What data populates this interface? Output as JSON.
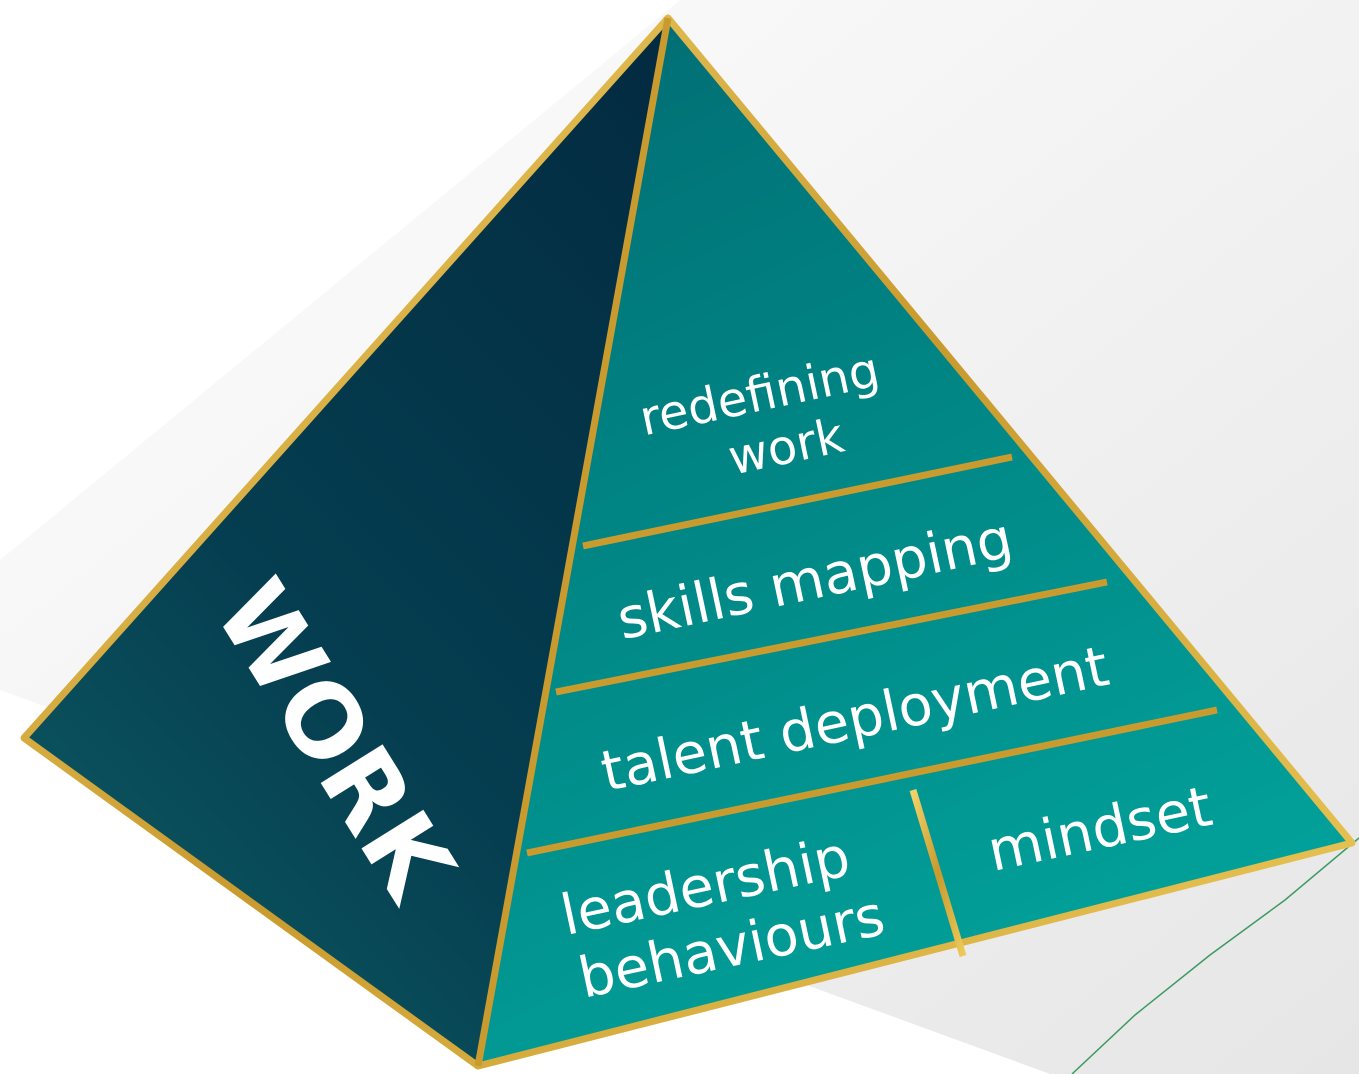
{
  "pyramid": {
    "side_label": "WORK",
    "tiers": [
      {
        "lines": [
          "redefining",
          "work"
        ]
      },
      {
        "lines": [
          "skills mapping"
        ]
      },
      {
        "lines": [
          "talent deployment"
        ]
      },
      {
        "lines": [
          "leadership",
          "behaviours"
        ]
      },
      {
        "lines": [
          "mindset"
        ]
      }
    ]
  },
  "colors": {
    "background_light": "#ebebeb",
    "left_face_dark": "#032f45",
    "left_face_mid": "#0b4f5a",
    "right_face_top": "#017c7e",
    "right_face_bottom": "#019c97",
    "gold_edge": "#d8b640",
    "accent_line": "#2e8b57"
  }
}
